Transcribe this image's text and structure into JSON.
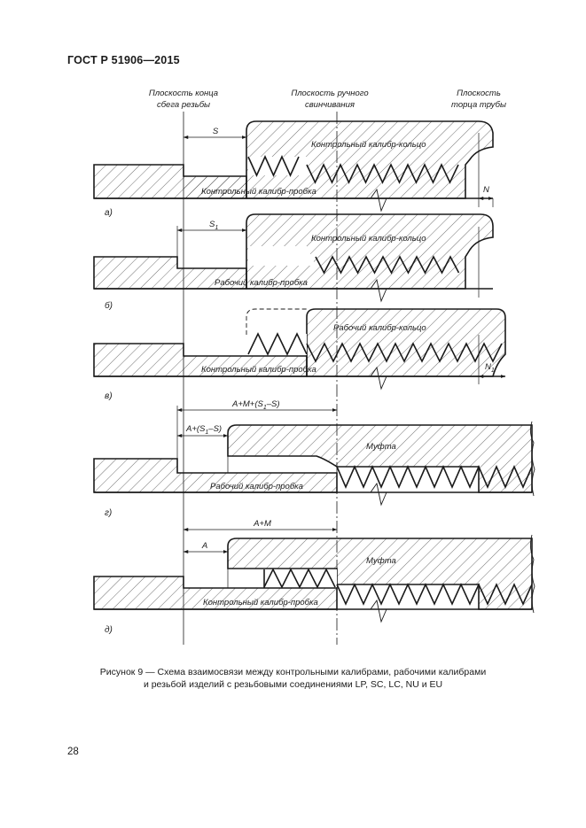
{
  "header": "ГОСТ Р 51906—2015",
  "planes": {
    "runout": [
      "Плоскость конца",
      "сбега резьбы"
    ],
    "handtight": [
      "Плоскость ручного",
      "свинчивания"
    ],
    "pipe_end": [
      "Плоскость",
      "торца трубы"
    ]
  },
  "panels": [
    {
      "letter": "а)",
      "ring": "Контрольный калибр-кольцо",
      "plug": "Контрольный калибр-пробка",
      "dim": "S",
      "dim_end": "N"
    },
    {
      "letter": "б)",
      "ring": "Контрольный калибр-кольцо",
      "plug": "Рабочий калибр-пробка",
      "dim": "S",
      "dim_sub": "1"
    },
    {
      "letter": "в)",
      "ring": "Рабочий калибр-кольцо",
      "plug": "Контрольный калибр-пробка",
      "dim_end": "N",
      "dim_end_sub": "1"
    },
    {
      "letter": "г)",
      "coupling": "Муфта",
      "plug": "Рабочий калибр-пробка",
      "dim_long": [
        "A+M+(S",
        "1",
        "–S)"
      ],
      "dim_short": [
        "A+(S",
        "1",
        "–S)"
      ]
    },
    {
      "letter": "д)",
      "coupling": "Муфта",
      "plug": "Контрольный калибр-пробка",
      "dim_long": "A+M",
      "dim_short": "A"
    }
  ],
  "caption": [
    "Рисунок 9 — Схема взаимосвязи между контрольными калибрами, рабочими калибрами",
    "и резьбой изделий с резьбовыми соединениями LP, SC, LC, NU и EU"
  ],
  "page_number": "28"
}
